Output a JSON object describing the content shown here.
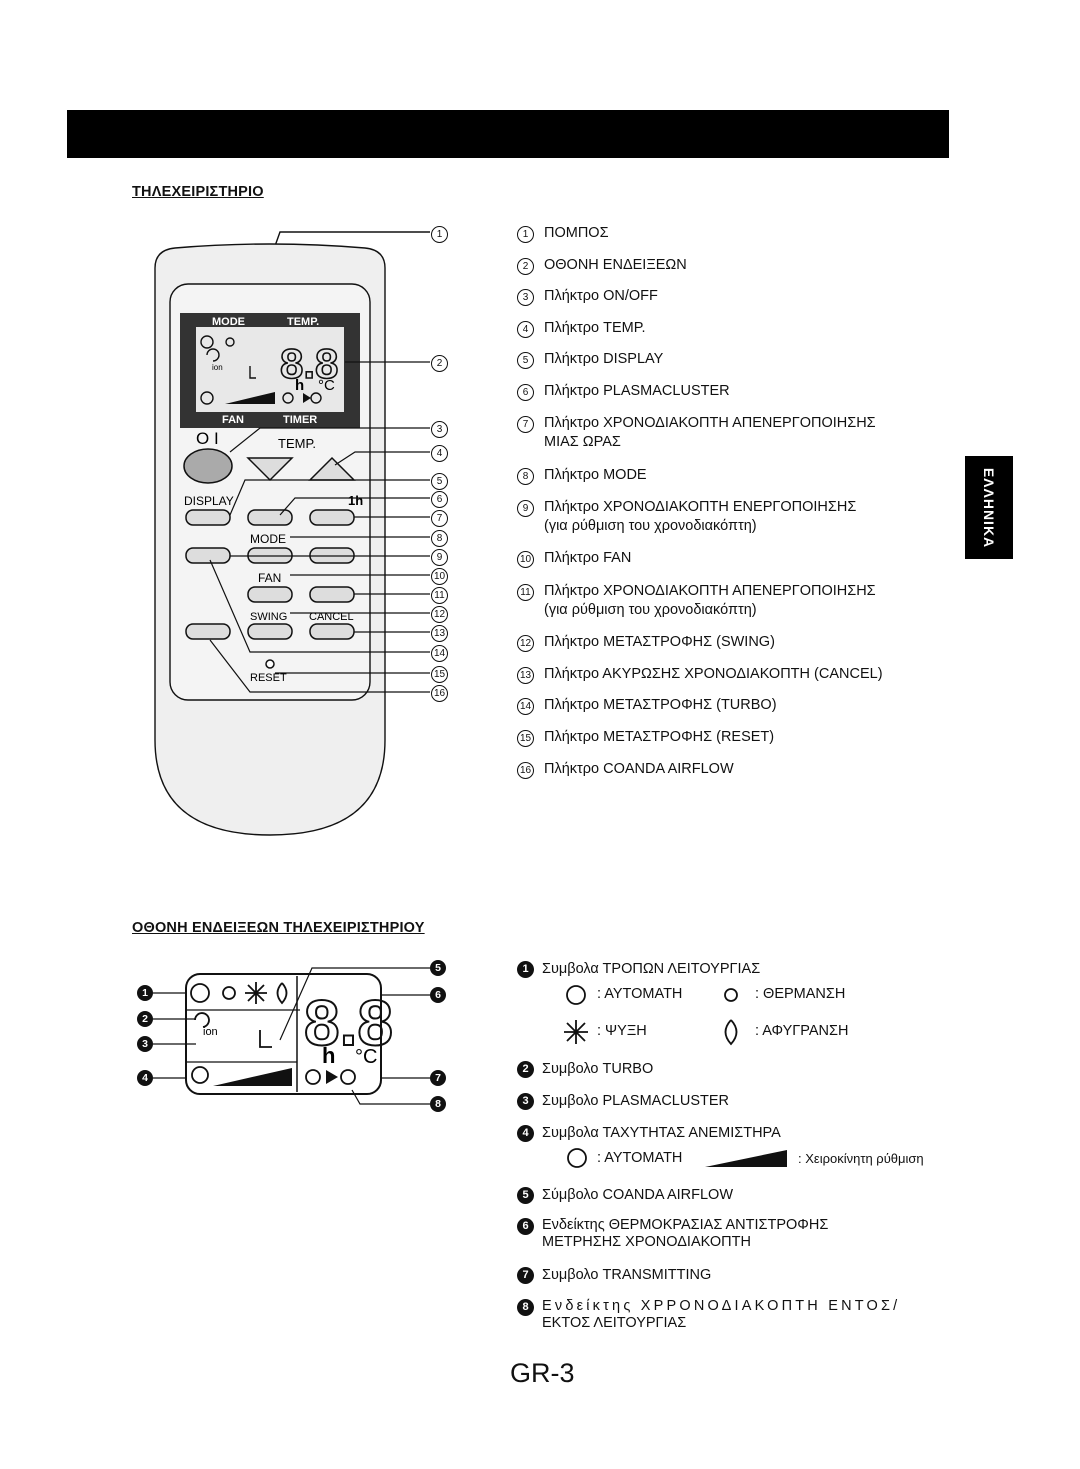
{
  "side_tab": "ΕΛΛΗΝΙΚΑ",
  "page_number": "GR-3",
  "remote": {
    "heading": "ΤΗΛΕΧΕΙΡΙΣΤΗΡΙΟ",
    "items": [
      {
        "num": "1",
        "text": "ΠΟΜΠΟΣ"
      },
      {
        "num": "2",
        "text": "ΟΘΟΝΗ ΕΝΔΕΙΞΕΩΝ"
      },
      {
        "num": "3",
        "text": "Πλήκτρο ON/OFF"
      },
      {
        "num": "4",
        "text": "Πλήκτρο TEMP."
      },
      {
        "num": "5",
        "text": "Πλήκτρο DISPLAY"
      },
      {
        "num": "6",
        "text": "Πλήκτρο PLASMACLUSTER"
      },
      {
        "num": "7",
        "text": "Πλήκτρο  ΧΡΟΝΟΔΙΑΚΟΠΤΗ  ΑΠΕΝΕΡΓΟΠΟΙΗΣΗΣ",
        "text2": "ΜΙΑΣ ΩΡΑΣ"
      },
      {
        "num": "8",
        "text": "Πλήκτρο MODE"
      },
      {
        "num": "9",
        "text": "Πλήκτρο  ΧΡΟΝΟΔΙΑΚΟΠΤΗ  ΕΝΕΡΓΟΠΟΙΗΣΗΣ",
        "text2": "(για ρύθμιση του χρονοδιακόπτη)"
      },
      {
        "num": "10",
        "text": "Πλήκτρο FAN"
      },
      {
        "num": "11",
        "text": "Πλήκτρο  ΧΡΟΝΟΔΙΑΚΟΠΤΗ  ΑΠΕΝΕΡΓΟΠΟΙΗΣΗΣ",
        "text2": "(για ρύθμιση του χρονοδιακόπτη)"
      },
      {
        "num": "12",
        "text": "Πλήκτρο ΜΕΤΑΣΤΡΟΦΗΣ (SWING)"
      },
      {
        "num": "13",
        "text": "Πλήκτρο ΑΚΥΡΩΣΗΣ ΧΡΟΝΟΔΙΑΚΟΠΤΗ (CANCEL)"
      },
      {
        "num": "14",
        "text": "Πλήκτρο ΜΕΤΑΣΤΡΟΦΗΣ (TURBO)"
      },
      {
        "num": "15",
        "text": "Πλήκτρο ΜΕΤΑΣΤΡΟΦΗΣ (RESET)"
      },
      {
        "num": "16",
        "text": "Πλήκτρο COANDA AIRFLOW"
      }
    ],
    "labels": {
      "mode": "MODE",
      "temp": "TEMP.",
      "fan": "FAN",
      "timer": "TIMER",
      "temp_btn": "TEMP.",
      "display": "DISPLAY",
      "mode_btn": "MODE",
      "fan_btn": "FAN",
      "swing": "SWING",
      "cancel": "CANCEL",
      "reset": "RESET",
      "one_h": "1h",
      "ion": "ion",
      "digits": "8.8",
      "h": "h",
      "deg": "°C"
    }
  },
  "display_section": {
    "heading": "ΟΘΟΝΗ ΕΝΔΕΙΞΕΩΝ ΤΗΛΕΧΕΙΡΙΣΤΗΡΙΟΥ",
    "items": [
      {
        "num": "1",
        "text": "Συμβολα ΤΡΟΠΩΝ ΛΕΙΤΟΥΡΓΙΑΣ"
      },
      {
        "num": "2",
        "text": "Συμβολο TURBO"
      },
      {
        "num": "3",
        "text": "Συμβολο PLASMACLUSTER"
      },
      {
        "num": "4",
        "text": "Συμβολα ΤΑΧΥΤΗΤΑΣ ΑΝΕΜΙΣΤΗΡΑ"
      },
      {
        "num": "5",
        "text": "Σύμβολο COANDA AIRFLOW"
      },
      {
        "num": "6",
        "text": "Ενδείκτης ΘΕΡΜΟΚΡΑΣΙΑΣ ΑΝΤΙΣΤΡΟΦΗΣ",
        "text2": "ΜΕΤΡΗΣΗΣ ΧΡΟΝΟΔΙΑΚΟΠΤΗ"
      },
      {
        "num": "7",
        "text": "Συμβολο TRANSMITTING"
      },
      {
        "num": "8",
        "text": "Ενδείκτης  ΧΡΡΟΝΟΔΙΑΚΟΠΤΗ  ΕΝΤΟΣ/",
        "text2": "ΕΚΤΟΣ ΛΕΙΤΟΥΡΓΙΑΣ"
      }
    ],
    "modes": {
      "auto": ": ΑΥΤΟΜΑΤΗ",
      "heat": ": ΘΕΡΜΑΝΣΗ",
      "cool": ": ΨΥΞΗ",
      "dry": ": ΑΦΥΓΡΑΝΣΗ"
    },
    "fan": {
      "auto": ": ΑΥΤΟΜΑΤΗ",
      "manual": ": Χειροκίνητη ρύθμιση"
    }
  }
}
